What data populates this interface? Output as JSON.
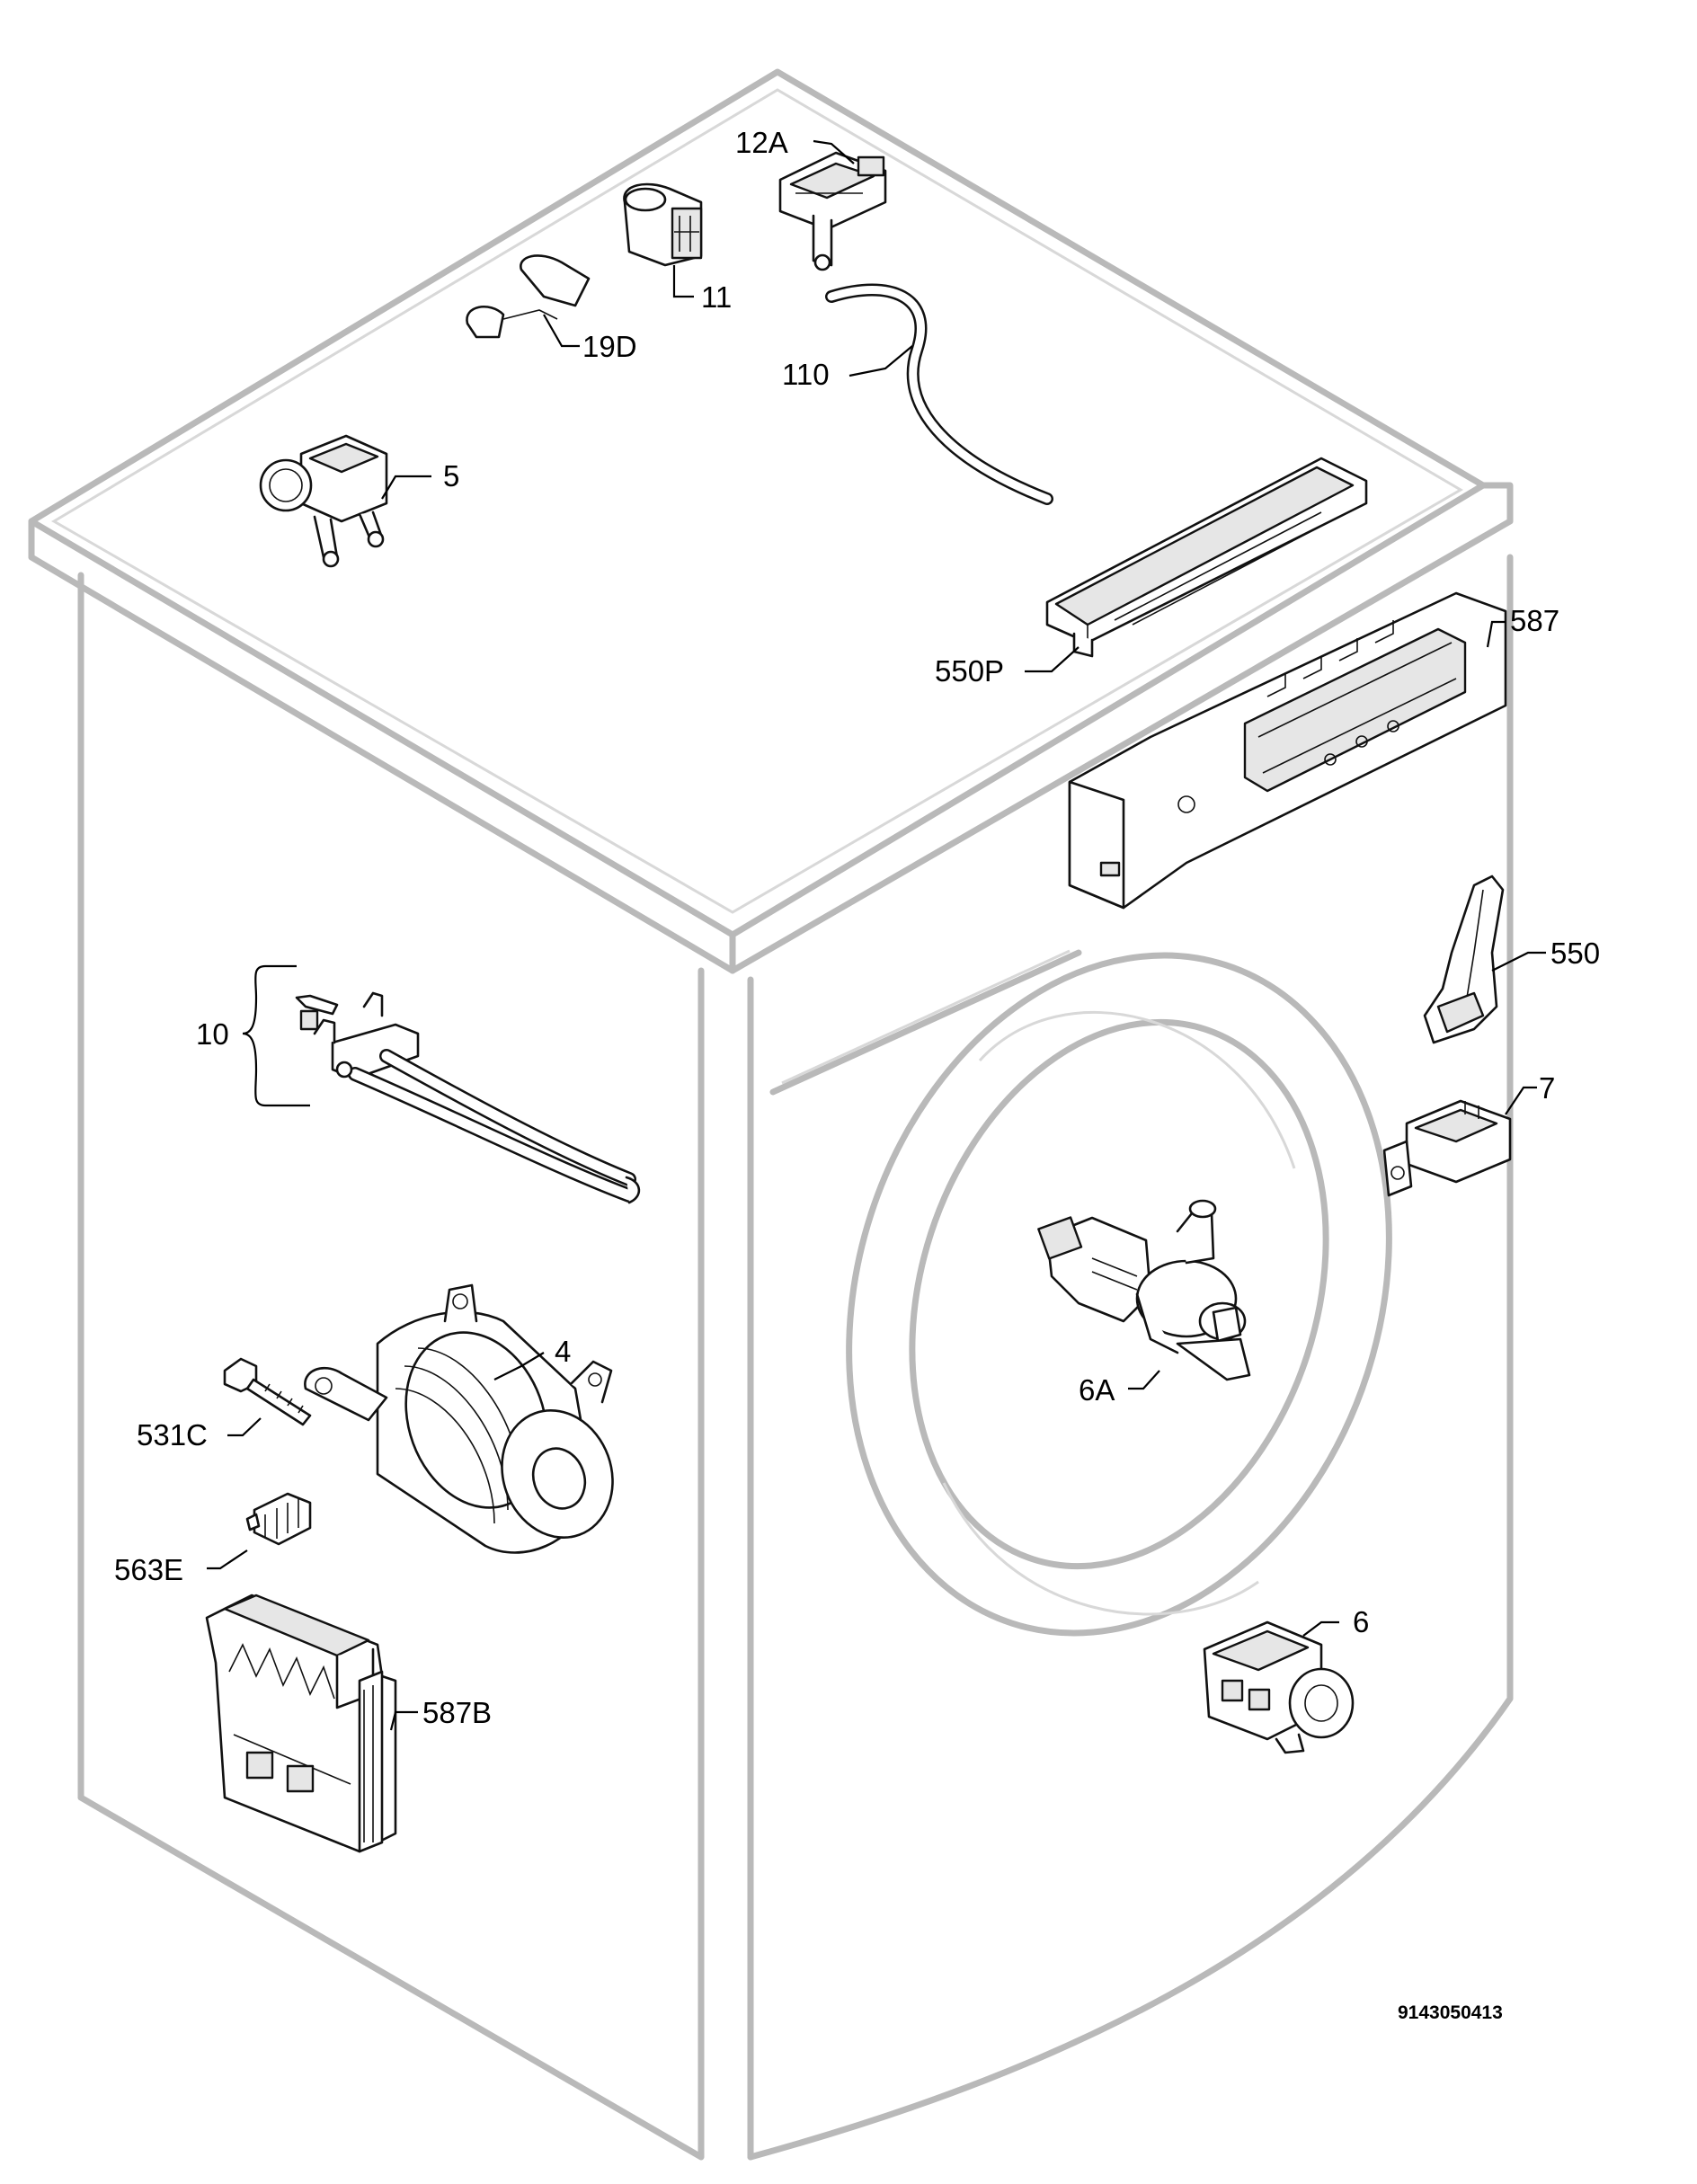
{
  "diagram": {
    "callouts": {
      "c12A": "12A",
      "c11": "11",
      "c19D": "19D",
      "c110": "110",
      "c5": "5",
      "c587": "587",
      "c550P": "550P",
      "c550": "550",
      "c7": "7",
      "c10": "10",
      "c4": "4",
      "c531C": "531C",
      "c563E": "563E",
      "c587B": "587B",
      "c6A": "6A",
      "c6": "6"
    },
    "document_number": "9143050413"
  }
}
